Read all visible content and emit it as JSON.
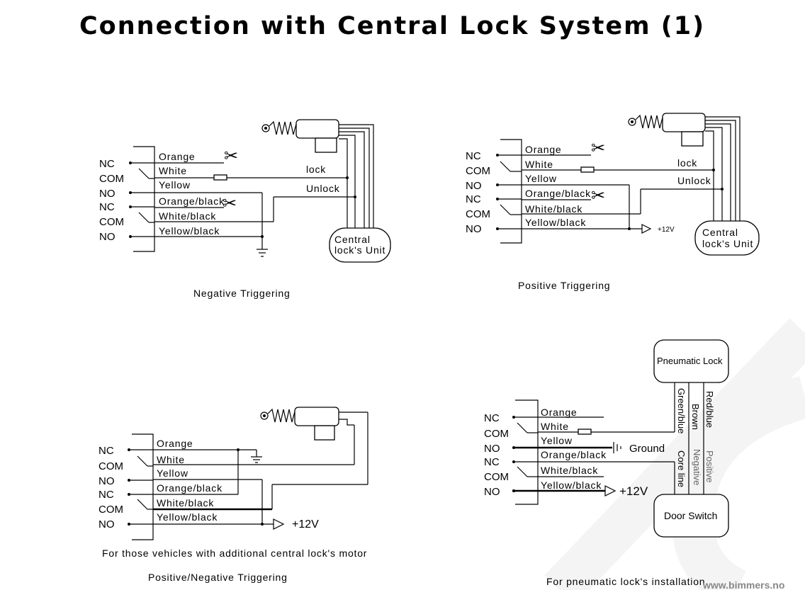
{
  "title": "Connection with Central Lock System  (1)",
  "watermark": "www.bimmers.no",
  "pins": {
    "nc": "NC",
    "com": "COM",
    "no": "NO"
  },
  "wires": {
    "orange": "Orange",
    "white": "White",
    "yellow": "Yellow",
    "orange_black": "Orange/black",
    "white_black": "White/black",
    "yellow_black": "Yellow/black"
  },
  "labels": {
    "lock": "lock",
    "unlock": "Unlock",
    "central_line1": "Central",
    "central_line2": "lock's Unit",
    "plus12v_small": "+12V",
    "plus12v": "+12V",
    "ground": "Ground",
    "pneumatic_lock": "Pneumatic Lock",
    "door_switch": "Door Switch",
    "green_blue": "Green/blue",
    "brown": "Brown",
    "red_blue": "Red/blue",
    "core_line": "Core line",
    "negative": "Negative",
    "positive": "Positive"
  },
  "captions": {
    "negative": "Negative Triggering",
    "positive": "Positive Triggering",
    "additional_motor": "For those vehicles with additional central lock's motor",
    "pos_neg": "Positive/Negative Triggering",
    "pneumatic": "For pneumatic lock's installation"
  }
}
